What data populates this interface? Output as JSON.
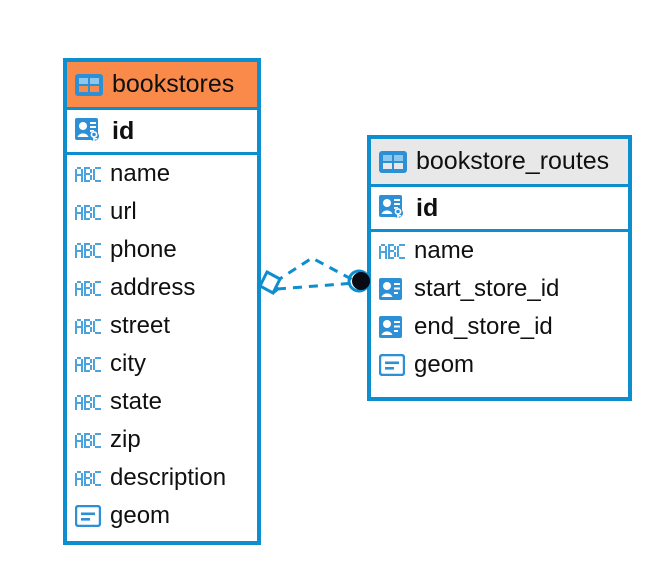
{
  "diagram": {
    "type": "entity-relationship-diagram",
    "background": "#ffffff",
    "accent_blue": "#0d8ecf",
    "header_orange": "#f98a4a",
    "header_gray": "#e8e8e8",
    "text_color": "#101010"
  },
  "entities": [
    {
      "name": "bookstores",
      "header_color": "#f98a4a",
      "header_icon": "table-icon",
      "fields": [
        {
          "label": "id",
          "icon": "primary-key-icon",
          "type": "pk"
        },
        {
          "label": "name",
          "icon": "abc-icon",
          "type": "text"
        },
        {
          "label": "url",
          "icon": "abc-icon",
          "type": "text"
        },
        {
          "label": "phone",
          "icon": "abc-icon",
          "type": "text"
        },
        {
          "label": "address",
          "icon": "abc-icon",
          "type": "text"
        },
        {
          "label": "street",
          "icon": "abc-icon",
          "type": "text"
        },
        {
          "label": "city",
          "icon": "abc-icon",
          "type": "text"
        },
        {
          "label": "state",
          "icon": "abc-icon",
          "type": "text"
        },
        {
          "label": "zip",
          "icon": "abc-icon",
          "type": "text"
        },
        {
          "label": "description",
          "icon": "abc-icon",
          "type": "text"
        },
        {
          "label": "geom",
          "icon": "geometry-icon",
          "type": "geometry"
        }
      ]
    },
    {
      "name": "bookstore_routes",
      "header_color": "#e8e8e8",
      "header_icon": "table-icon",
      "fields": [
        {
          "label": "id",
          "icon": "primary-key-icon",
          "type": "pk"
        },
        {
          "label": "name",
          "icon": "abc-icon",
          "type": "text"
        },
        {
          "label": "start_store_id",
          "icon": "foreign-key-icon",
          "type": "fk"
        },
        {
          "label": "end_store_id",
          "icon": "foreign-key-icon",
          "type": "fk"
        },
        {
          "label": "geom",
          "icon": "geometry-icon",
          "type": "geometry"
        }
      ]
    }
  ],
  "relationship": {
    "name": "bookstores-to-bookstore-routes",
    "style": "dashed",
    "color": "#0d8ecf",
    "source_marker": "diamond-outline-marker",
    "target_marker": "filled-circle-marker",
    "connector_count": 2
  }
}
